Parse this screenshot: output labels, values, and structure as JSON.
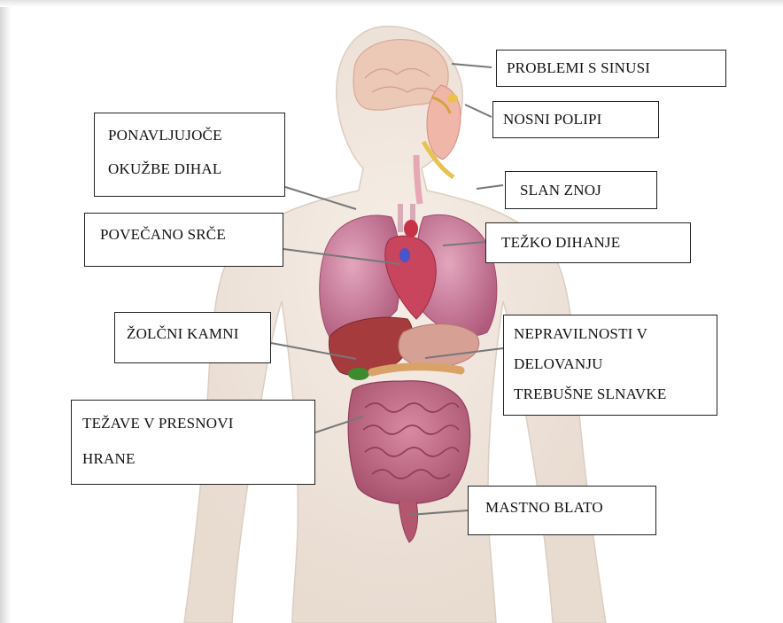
{
  "labels": {
    "sinus": "PROBLEMI S SINUSI",
    "polyps": "NOSNI POLIPI",
    "infections_line1": "PONAVLJUJOČE",
    "infections_line2": "OKUŽBE DIHAL",
    "salty_sweat": "SLAN ZNOJ",
    "enlarged_heart": "POVEČANO SRČE",
    "breathing": "TEŽKO DIHANJE",
    "gallstones": "ŽOLČNI KAMNI",
    "pancreas_line1": "NEPRAVILNOSTI V",
    "pancreas_line2": "DELOVANJU",
    "pancreas_line3": "TREBUŠNE SLNAVKE",
    "metabolism_line1": "TEŽAVE V PRESNOVI",
    "metabolism_line2": "HRANE",
    "fatty_stool": "MASTNO BLATO"
  },
  "colors": {
    "skin": "#efe5dc",
    "lungs": "#c9708f",
    "heart": "#c8405a",
    "liver": "#a33a3a",
    "intestines": "#b9607a",
    "brain": "#e9c6b5"
  }
}
